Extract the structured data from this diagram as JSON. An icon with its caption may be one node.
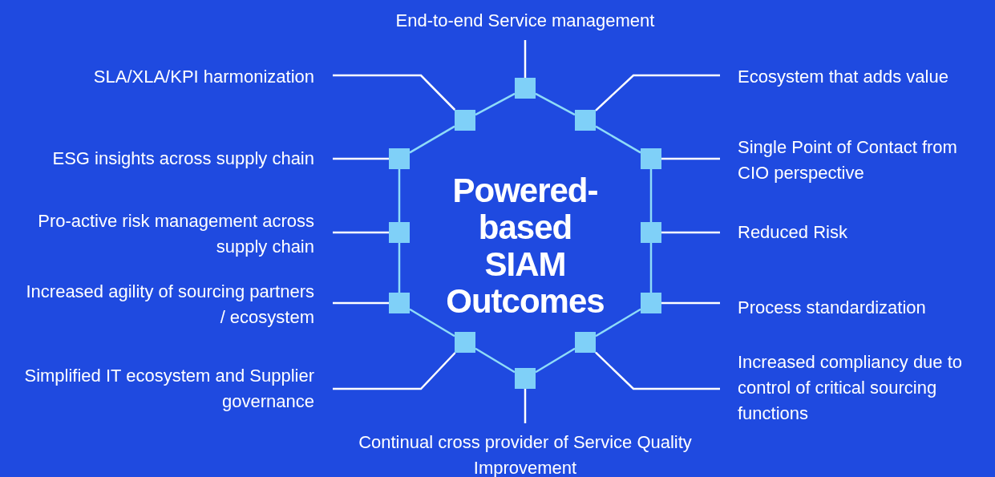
{
  "diagram": {
    "nodes": [
      {
        "text": [
          "Powered-based SIAM Outcomes"
        ]
      },
      {
        "text": [
          "End-to-end Service management"
        ]
      },
      {
        "text": [
          "SLA/XLA/KPI harmonization"
        ]
      },
      {
        "text": [
          "Ecosystem that adds value"
        ]
      },
      {
        "text": [
          "ESG insights across supply chain"
        ]
      },
      {
        "text": [
          "Single Point of Contact from CIO perspective"
        ]
      },
      {
        "text": [
          "Pro-active risk management across supply chain"
        ]
      },
      {
        "text": [
          "Reduced Risk"
        ]
      },
      {
        "text": [
          "Increased agility of sourcing partners / ecosystem"
        ]
      },
      {
        "text": [
          "Process standardization"
        ]
      },
      {
        "text": [
          "Simplified IT ecosystem and Supplier governance"
        ]
      },
      {
        "text": [
          "Increased compliancy due to control of critical sourcing functions"
        ]
      },
      {
        "text": [
          "Continual cross provider of Service Quality Improvement"
        ]
      },
      {
        "text": [],
        "shape": "box"
      },
      {
        "text": [],
        "shape": "box"
      },
      {
        "text": [],
        "shape": "box"
      },
      {
        "text": [],
        "shape": "box"
      },
      {
        "text": [],
        "shape": "box"
      },
      {
        "text": [],
        "shape": "box"
      },
      {
        "text": [],
        "shape": "box"
      },
      {
        "text": [],
        "shape": "box"
      },
      {
        "text": [],
        "shape": "box"
      },
      {
        "text": [],
        "shape": "box"
      },
      {
        "text": [],
        "shape": "box"
      },
      {
        "text": [],
        "shape": "box"
      }
    ],
    "edges": [
      {
        "from": 1,
        "to": 13,
        "arrow": "none"
      },
      {
        "from": 2,
        "to": 14,
        "arrow": "none"
      },
      {
        "from": 3,
        "to": 15,
        "arrow": "none"
      },
      {
        "from": 4,
        "to": 16,
        "arrow": "none"
      },
      {
        "from": 5,
        "to": 17,
        "arrow": "none"
      },
      {
        "from": 6,
        "to": 18,
        "arrow": "none"
      },
      {
        "from": 7,
        "to": 19,
        "arrow": "none"
      },
      {
        "from": 8,
        "to": 20,
        "arrow": "none"
      },
      {
        "from": 9,
        "to": 21,
        "arrow": "none"
      },
      {
        "from": 10,
        "to": 22,
        "arrow": "none"
      },
      {
        "from": 11,
        "to": 23,
        "arrow": "none"
      },
      {
        "from": 12,
        "to": 24,
        "arrow": "none"
      },
      {
        "from": 13,
        "to": 15,
        "arrow": "none",
        "color": "#8fdcf8"
      },
      {
        "from": 15,
        "to": 17,
        "arrow": "none",
        "color": "#8fdcf8"
      },
      {
        "from": 17,
        "to": 19,
        "arrow": "none",
        "color": "#8fdcf8"
      },
      {
        "from": 19,
        "to": 21,
        "arrow": "none",
        "color": "#8fdcf8"
      },
      {
        "from": 21,
        "to": 23,
        "arrow": "none",
        "color": "#8fdcf8"
      },
      {
        "from": 23,
        "to": 24,
        "arrow": "none",
        "color": "#8fdcf8"
      },
      {
        "from": 24,
        "to": 22,
        "arrow": "none",
        "color": "#8fdcf8"
      },
      {
        "from": 22,
        "to": 20,
        "arrow": "none",
        "color": "#8fdcf8"
      },
      {
        "from": 20,
        "to": 18,
        "arrow": "none",
        "color": "#8fdcf8"
      },
      {
        "from": 18,
        "to": 16,
        "arrow": "none",
        "color": "#8fdcf8"
      },
      {
        "from": 16,
        "to": 14,
        "arrow": "none",
        "color": "#8fdcf8"
      },
      {
        "from": 14,
        "to": 13,
        "arrow": "none",
        "color": "#8fdcf8"
      }
    ]
  }
}
